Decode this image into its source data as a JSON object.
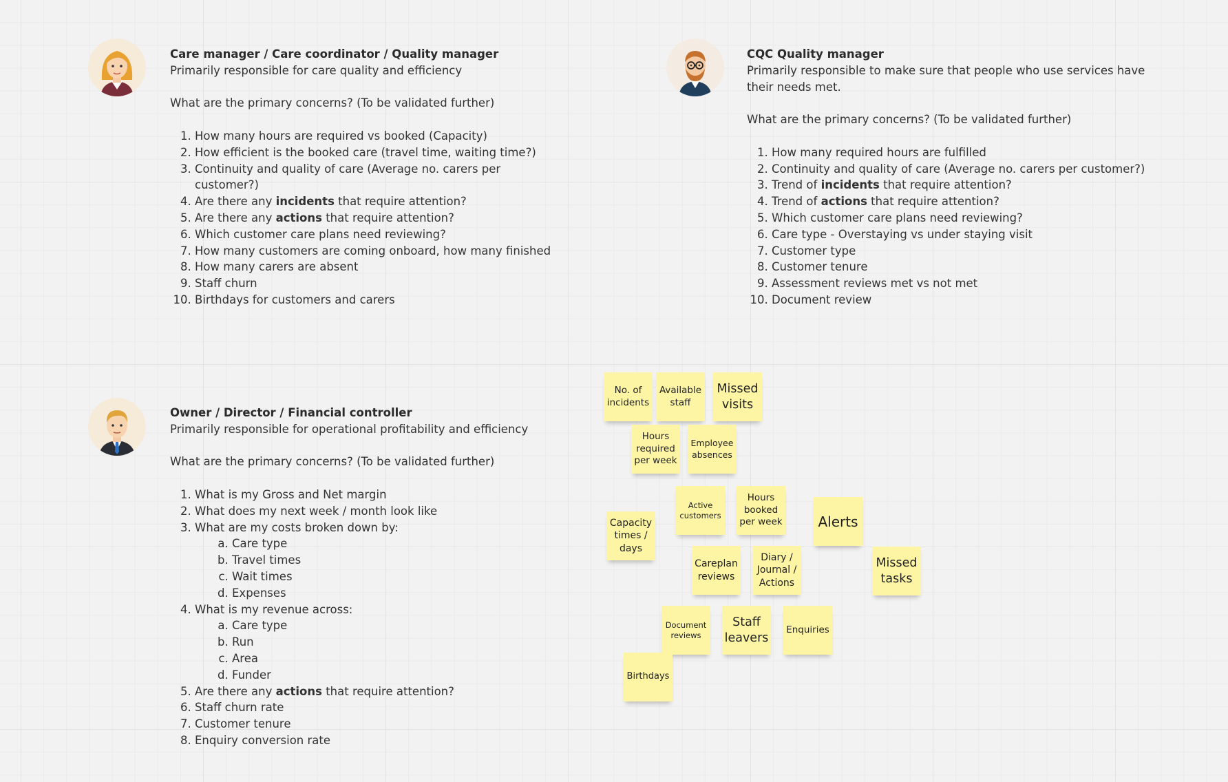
{
  "personas": {
    "care": {
      "title": "Care manager / Care coordinator / Quality manager",
      "subtitle": "Primarily responsible for care quality and efficiency",
      "question": "What are the primary concerns? (To be validated further)",
      "items": [
        "How many hours are required vs booked (Capacity)",
        "How efficient is the booked care (travel time, waiting time?)",
        "Continuity and quality of care (Average no. carers per customer?)",
        {
          "before": "Are there any ",
          "bold": "incidents",
          "after": " that require attention?"
        },
        {
          "before": "Are there any ",
          "bold": "actions",
          "after": " that require attention?"
        },
        "Which customer care plans need reviewing?",
        "How many customers are coming onboard, how many finished",
        "How many carers are absent",
        "Staff churn",
        "Birthdays for customers and carers"
      ]
    },
    "cqc": {
      "title": "CQC Quality manager",
      "subtitle_line1": "Primarily responsible to make sure that people who use services have",
      "subtitle_line2": "their needs met.",
      "question": "What are the primary concerns? (To be validated further)",
      "items": [
        "How many required hours are fulfilled",
        "Continuity and quality of care (Average no. carers per customer?)",
        {
          "before": "Trend of ",
          "bold": "incidents",
          "after": " that require attention?"
        },
        {
          "before": "Trend of ",
          "bold": "actions",
          "after": " that require attention?"
        },
        "Which customer care plans need reviewing?",
        "Care type - Overstaying vs under staying visit",
        "Customer type",
        "Customer tenure",
        "Assessment reviews met vs not met",
        "Document review"
      ]
    },
    "owner": {
      "title": "Owner / Director / Financial controller",
      "subtitle": "Primarily responsible for operational profitability and efficiency",
      "question": "What are the primary concerns? (To be validated further)",
      "items": [
        "What is my Gross and Net margin",
        "What does my next week / month look like",
        {
          "text": "What are my costs broken down by:",
          "sub": [
            "Care type",
            "Travel times",
            "Wait times",
            "Expenses"
          ]
        },
        {
          "text": "What is my revenue across:",
          "sub": [
            "Care type",
            "Run",
            "Area",
            "Funder"
          ]
        },
        {
          "before": "Are there any ",
          "bold": "actions",
          "after": " that require attention?"
        },
        "Staff churn rate",
        "Customer tenure",
        "Enquiry conversion rate"
      ]
    }
  },
  "colors": {
    "sticky_note": "#fdf5a4",
    "canvas": "#f2f2f2"
  },
  "sticky_notes": [
    {
      "id": "incidents",
      "lines": [
        "No. of",
        "incidents"
      ]
    },
    {
      "id": "available-staff",
      "lines": [
        "Available",
        "staff"
      ]
    },
    {
      "id": "missed-visits",
      "lines": [
        "Missed",
        "visits"
      ]
    },
    {
      "id": "hours-required",
      "lines": [
        "Hours",
        "required",
        "per week"
      ]
    },
    {
      "id": "employee-absences",
      "lines": [
        "Employee",
        "absences"
      ]
    },
    {
      "id": "active-customers",
      "lines": [
        "Active",
        "customers"
      ]
    },
    {
      "id": "hours-booked",
      "lines": [
        "Hours",
        "booked",
        "per week"
      ]
    },
    {
      "id": "alerts",
      "lines": [
        "Alerts"
      ]
    },
    {
      "id": "capacity",
      "lines": [
        "Capacity",
        "times /",
        "days"
      ]
    },
    {
      "id": "careplan-reviews",
      "lines": [
        "Careplan",
        "reviews"
      ]
    },
    {
      "id": "diary",
      "lines": [
        "Diary /",
        "Journal /",
        "Actions"
      ]
    },
    {
      "id": "missed-tasks",
      "lines": [
        "Missed",
        "tasks"
      ]
    },
    {
      "id": "document-reviews",
      "lines": [
        "Document",
        "reviews"
      ]
    },
    {
      "id": "staff-leavers",
      "lines": [
        "Staff",
        "leavers"
      ]
    },
    {
      "id": "enquiries",
      "lines": [
        "Enquiries"
      ]
    },
    {
      "id": "birthdays",
      "lines": [
        "Birthdays"
      ]
    }
  ]
}
